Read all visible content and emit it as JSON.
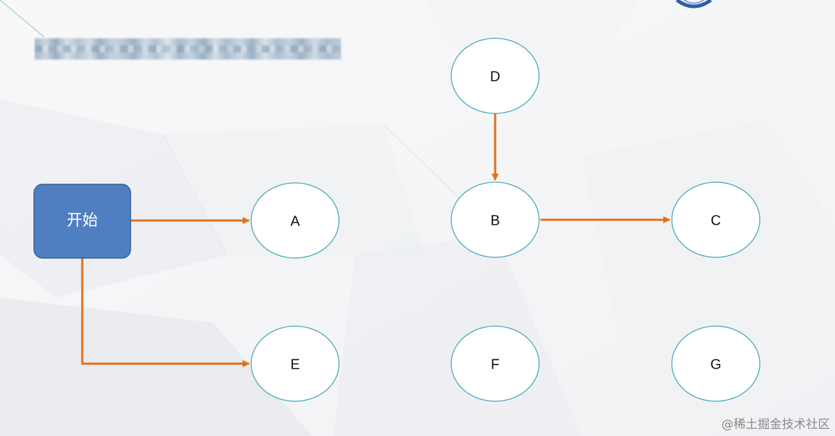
{
  "diagram": {
    "start_label": "开始",
    "nodes": {
      "a": "A",
      "b": "B",
      "c": "C",
      "d": "D",
      "e": "E",
      "f": "F",
      "g": "G"
    },
    "edges": [
      {
        "from": "开始",
        "to": "A"
      },
      {
        "from": "开始",
        "to": "E"
      },
      {
        "from": "D",
        "to": "B"
      },
      {
        "from": "B",
        "to": "C"
      }
    ]
  },
  "watermark": "@稀土掘金技术社区",
  "colors": {
    "edge": "#e27018",
    "start_fill": "#4f7fc1",
    "start_stroke": "#355f9b",
    "node_stroke": "#49a8b9",
    "node_fill": "#ffffff",
    "logo": "#2f5ea9"
  }
}
